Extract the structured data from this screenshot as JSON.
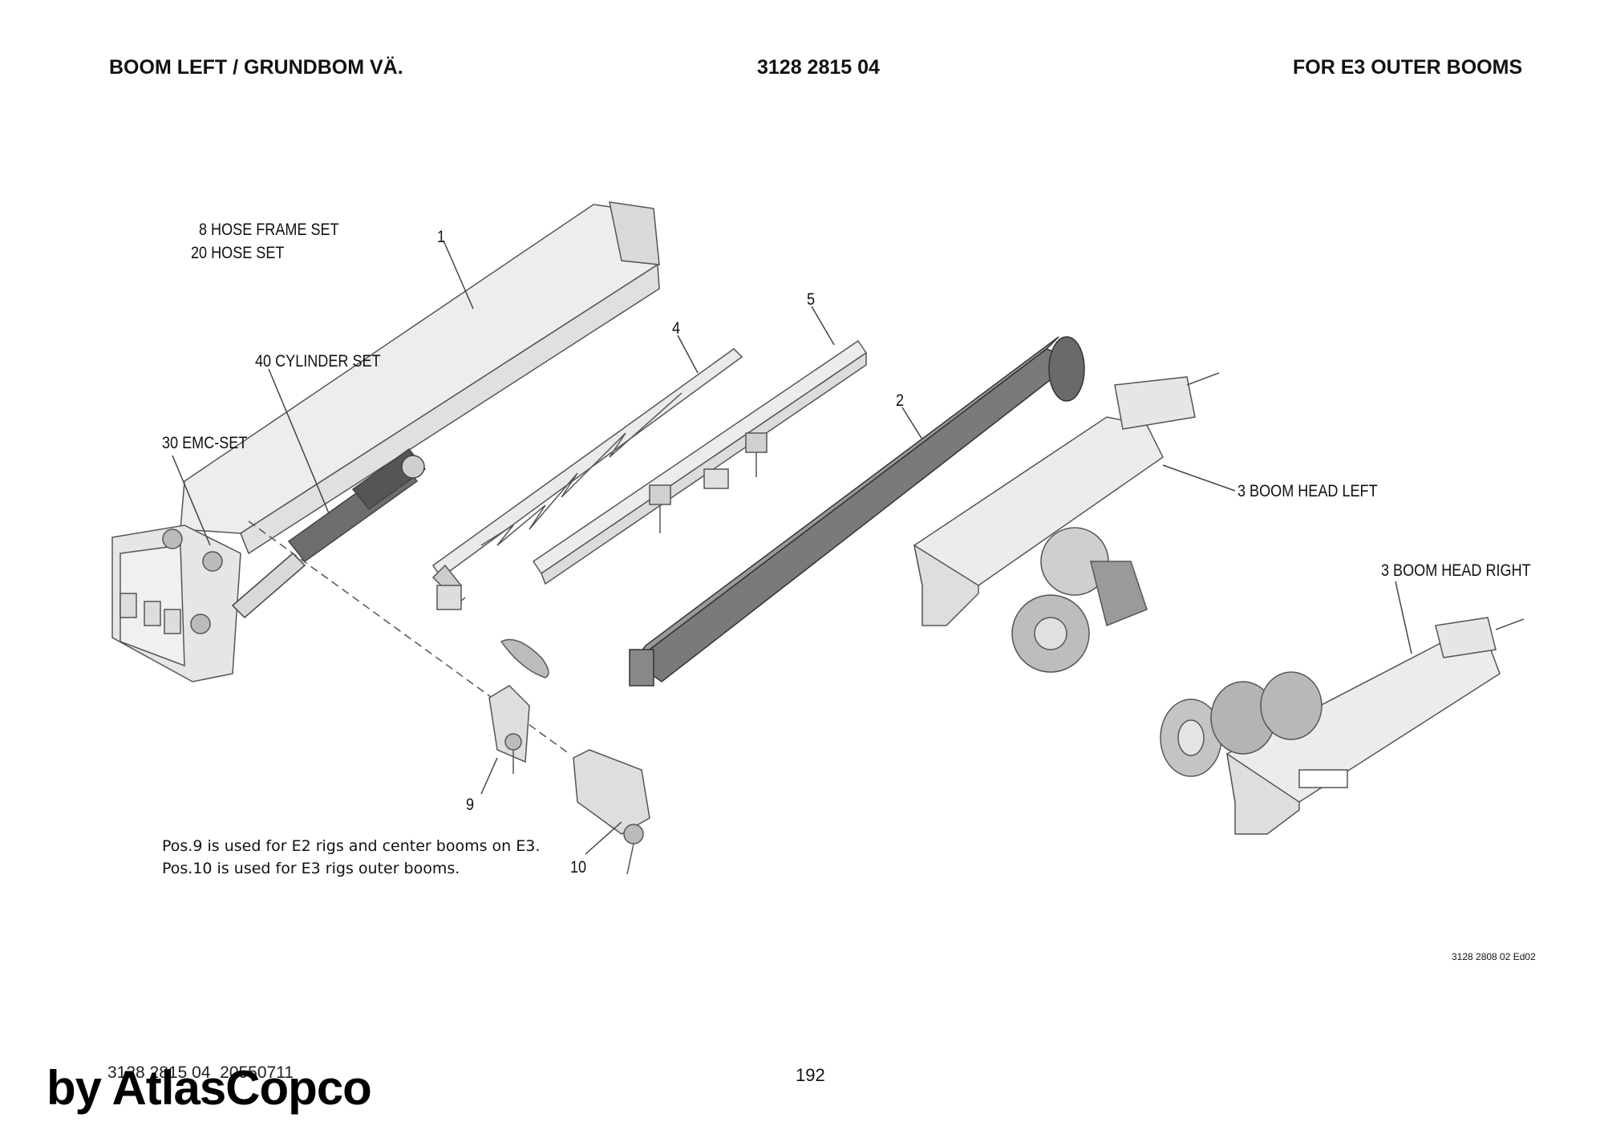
{
  "header": {
    "title_left": "BOOM LEFT / GRUNDBOM VÄ.",
    "part_number": "3128 2815 04",
    "title_right": "FOR E3 OUTER BOOMS"
  },
  "callouts": {
    "hose_frame_set": "8  HOSE FRAME SET",
    "hose_set": "20  HOSE SET",
    "cylinder_set": "40  CYLINDER SET",
    "emc_set": "30  EMC-SET",
    "boom_head_left": "3  BOOM HEAD LEFT",
    "boom_head_right": "3  BOOM HEAD RIGHT",
    "pos_1": "1",
    "pos_2": "2",
    "pos_4": "4",
    "pos_5": "5",
    "pos_9": "9",
    "pos_10": "10"
  },
  "notes": {
    "line1": "Pos.9 is used for E2 rigs and center booms on E3.",
    "line2": "Pos.10 is used for E3 rigs outer booms."
  },
  "drawing_ref": "3128 2808 02 Ed02",
  "footer": {
    "doc_ref": "3128 2815 04_20550711",
    "page_number": "192",
    "watermark": "by AtlasCopco"
  }
}
